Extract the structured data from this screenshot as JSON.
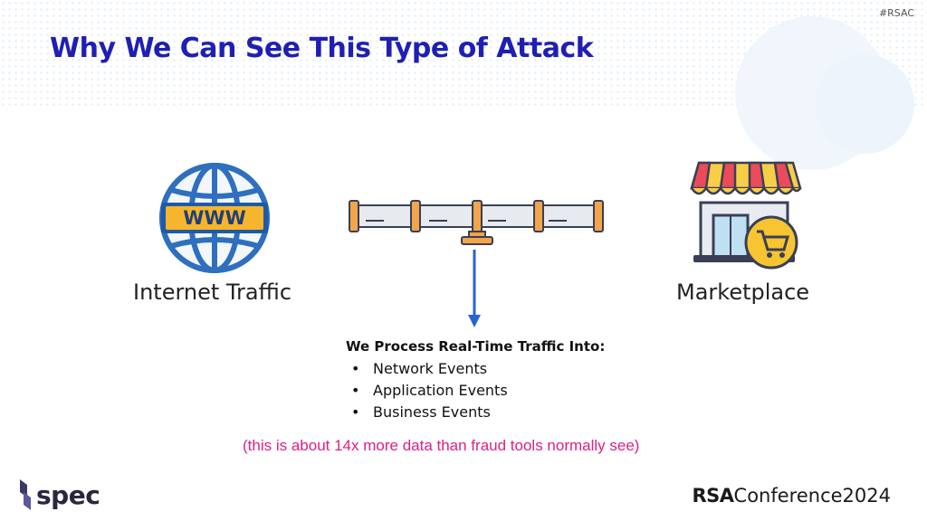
{
  "slide": {
    "hashtag": "#RSAC",
    "title": "Why We Can See This Type of Attack",
    "left_label": "Internet Traffic",
    "right_label": "Marketplace",
    "www_text": "WWW",
    "process": {
      "heading": "We Process Real-Time Traffic Into:",
      "items": [
        "Network Events",
        "Application Events",
        "Business Events"
      ]
    },
    "note": "(this is about 14x more data than fraud tools normally see)"
  },
  "footer": {
    "spec_brand": "spec",
    "rsa_brand": "RSA",
    "rsa_suffix": "Conference",
    "rsa_year": "2024"
  },
  "colors": {
    "title": "#1f1fb4",
    "note": "#e01e87",
    "globe": "#2f7fd8",
    "www_band": "#f7b52c",
    "arrow": "#2a62d6",
    "pipe_connector": "#f2a54a"
  },
  "icons": {
    "globe": "globe-www-icon",
    "pipe": "pipeline-icon",
    "arrow": "down-arrow-icon",
    "shop": "store-cart-icon"
  }
}
